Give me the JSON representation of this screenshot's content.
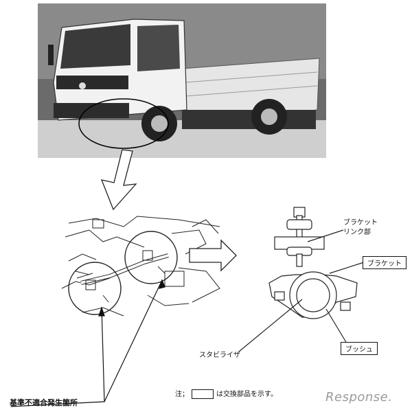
{
  "labels": {
    "bracket_link": "ブラケット\nリンク部",
    "bracket": "ブラケット",
    "bush": "ブッシュ",
    "stabilizer": "スタビライザ",
    "defect_location": "基準不適合発生箇所",
    "note_prefix": "注；",
    "note_suffix": "は交換部品を示す。"
  },
  "watermark": "Response.",
  "colors": {
    "truck_body": "#f4f4f4",
    "truck_shadow": "#4a4a4a",
    "line": "#222222"
  }
}
